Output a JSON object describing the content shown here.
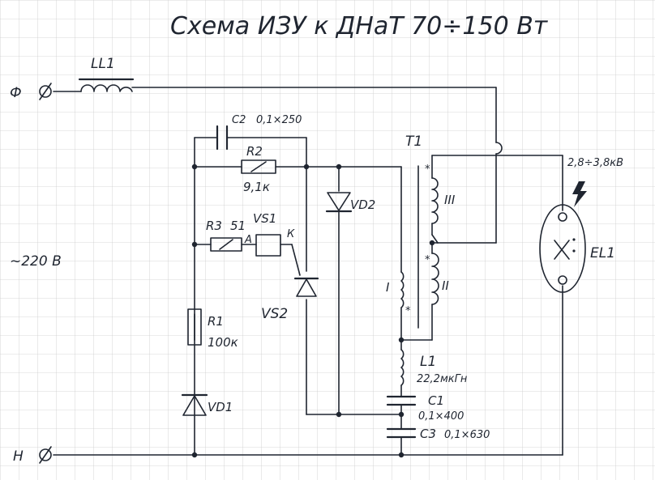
{
  "title": "Схема ИЗУ к ДНаТ 70÷150 Вт",
  "terminals": {
    "phase": "Ф",
    "neutral": "Н",
    "supply": "~220 В"
  },
  "components": {
    "LL1": {
      "ref": "LL1"
    },
    "C2": {
      "ref": "C2",
      "value": "0,1×250"
    },
    "R2": {
      "ref": "R2",
      "value": "9,1к"
    },
    "R3": {
      "ref": "R3",
      "value": "51"
    },
    "VS1": {
      "ref": "VS1",
      "anode": "А",
      "cathode": "К"
    },
    "VS2": {
      "ref": "VS2"
    },
    "VD2": {
      "ref": "VD2"
    },
    "R1": {
      "ref": "R1",
      "value": "100к"
    },
    "VD1": {
      "ref": "VD1"
    },
    "T1": {
      "ref": "T1",
      "winding1": "I",
      "winding2": "II",
      "winding3": "III"
    },
    "L1": {
      "ref": "L1",
      "value": "22,2мкГн"
    },
    "C1": {
      "ref": "C1",
      "value": "0,1×400"
    },
    "C3": {
      "ref": "C3",
      "value": "0,1×630"
    },
    "EL1": {
      "ref": "EL1",
      "voltage": "2,8÷3,8кВ"
    }
  },
  "colors": {
    "ink": "#1f2530",
    "grid": "#c9c9c9",
    "paper": "#ffffff"
  }
}
